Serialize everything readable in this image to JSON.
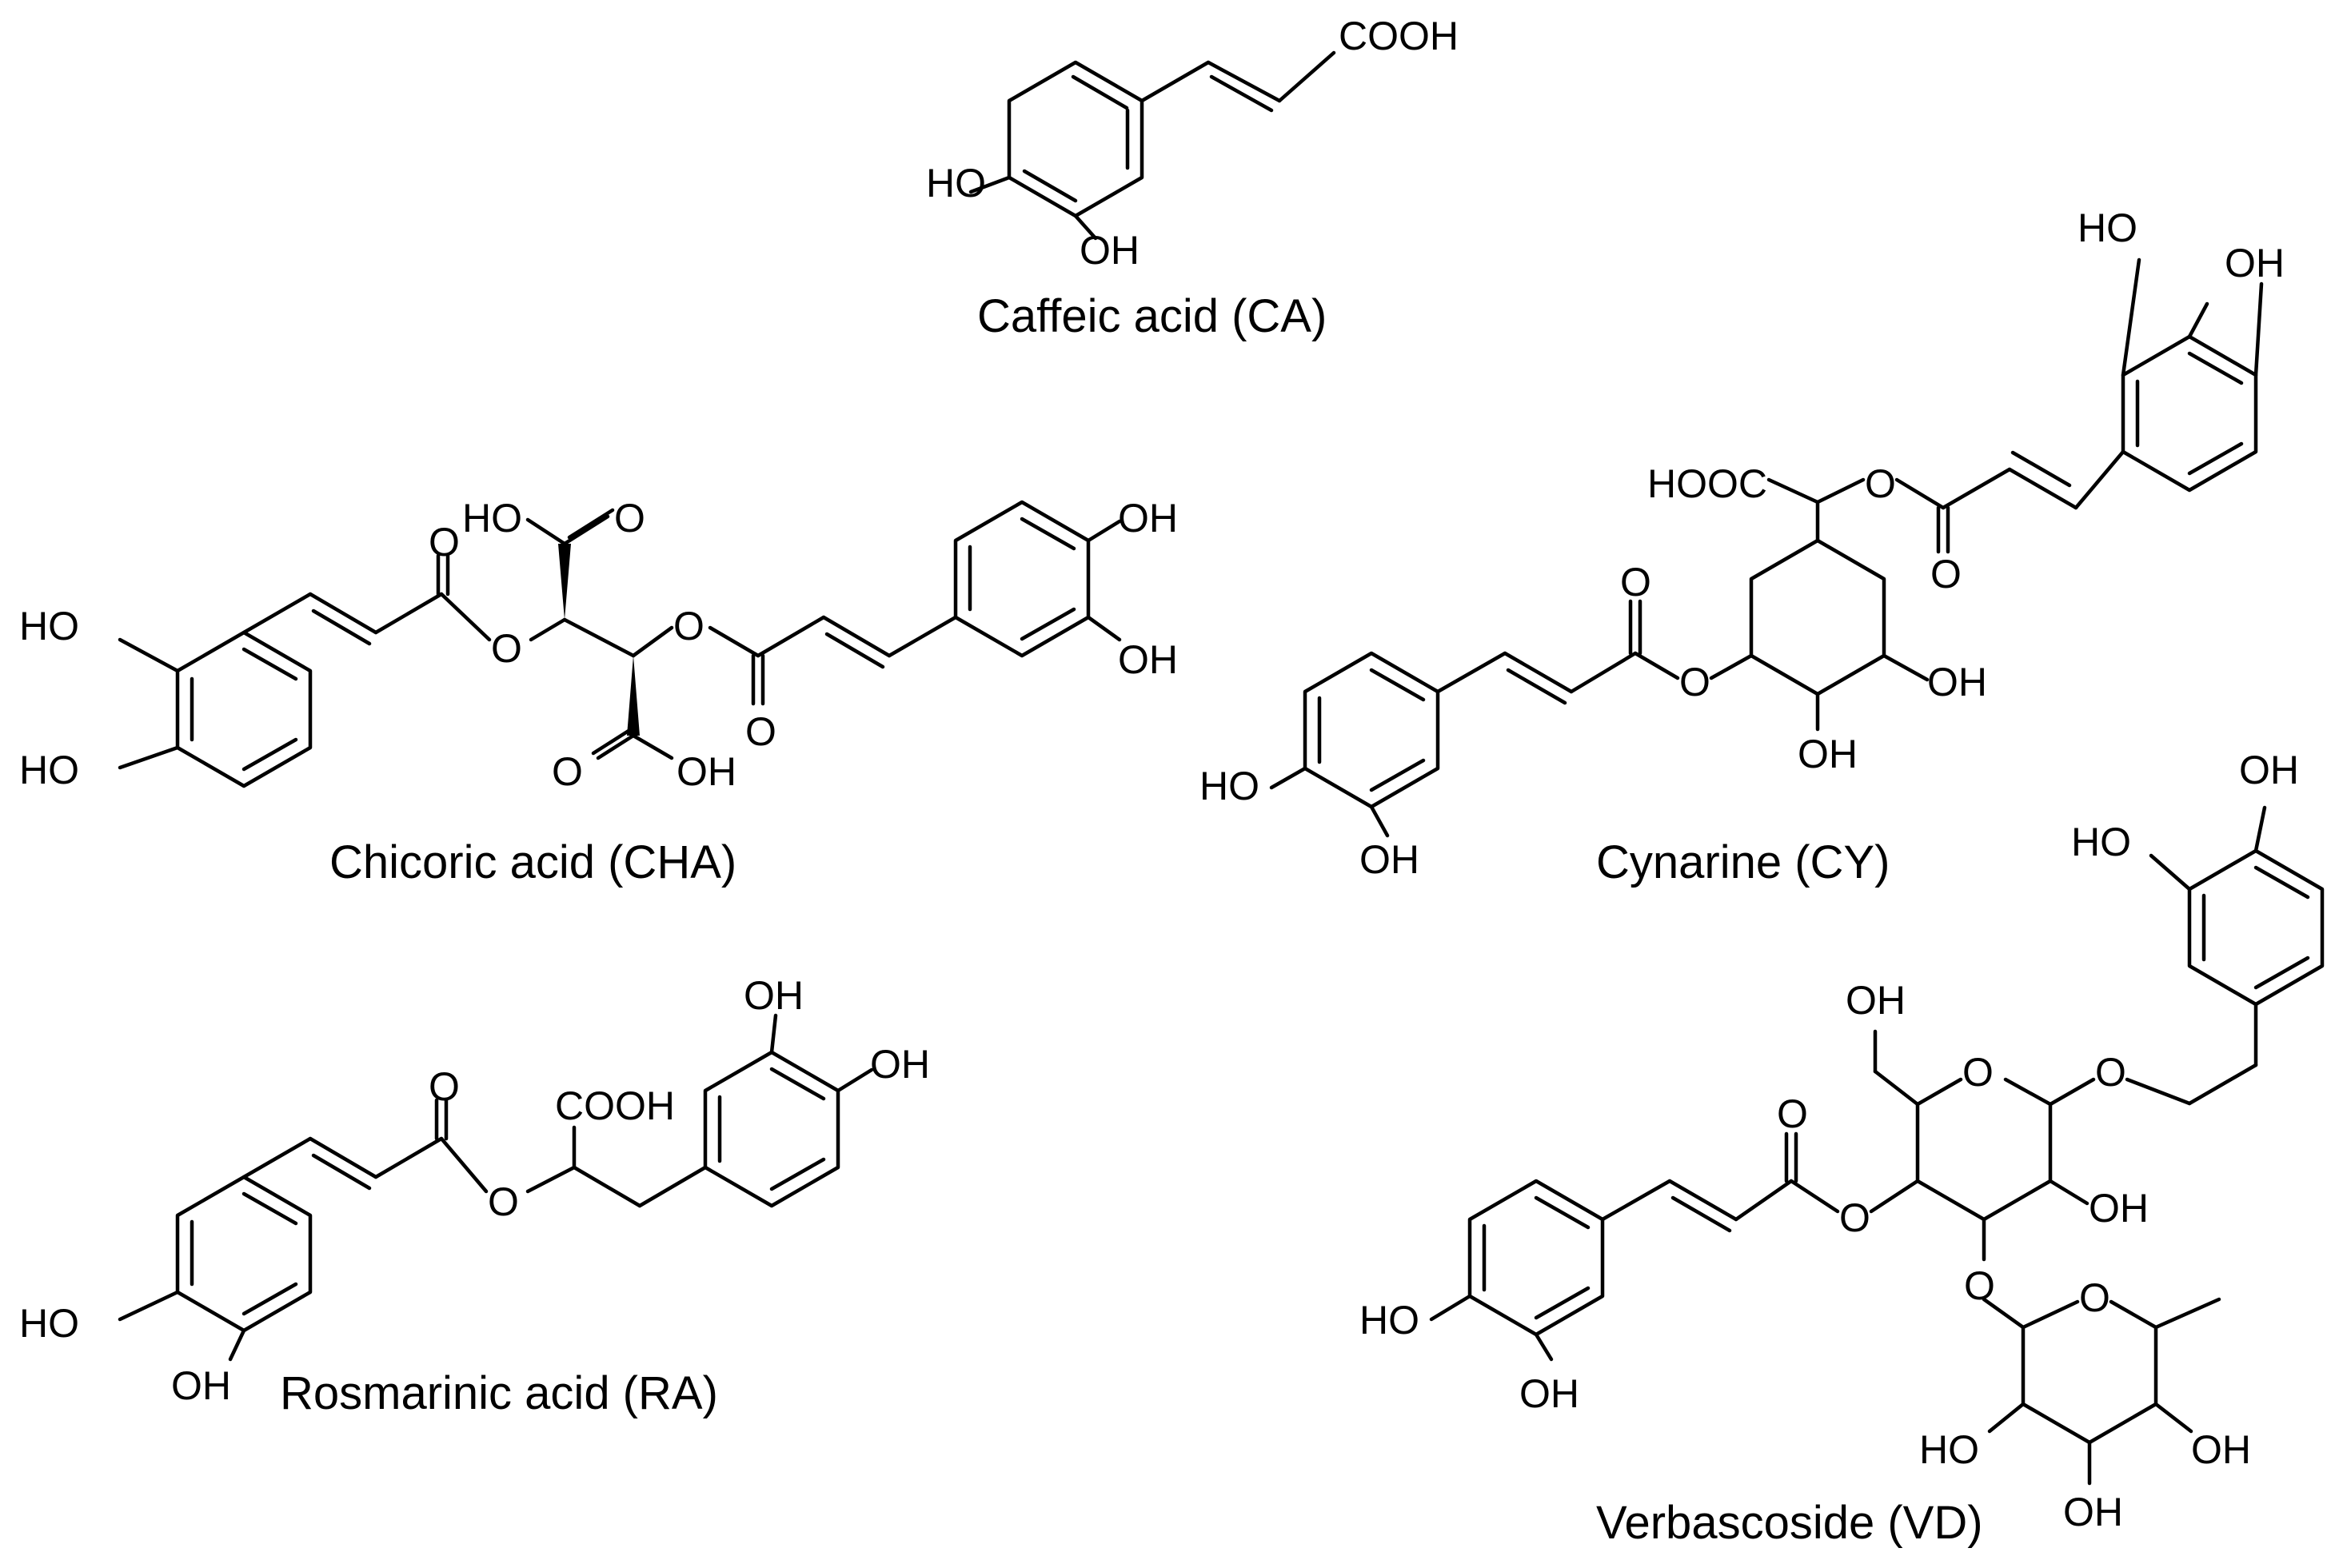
{
  "compounds": {
    "ca": {
      "name": "Caffeic acid (CA)"
    },
    "cha": {
      "name": "Chicoric acid (CHA)"
    },
    "cy": {
      "name": "Cynarine (CY)"
    },
    "ra": {
      "name": "Rosmarinic acid (RA)"
    },
    "vd": {
      "name": "Verbascoside (VD)"
    }
  },
  "atoms": {
    "oh": "OH",
    "ho": "HO",
    "o": "O",
    "cooh": "COOH",
    "hooc": "HOOC"
  },
  "colors": {
    "ink": "#000000",
    "background": "#ffffff"
  }
}
